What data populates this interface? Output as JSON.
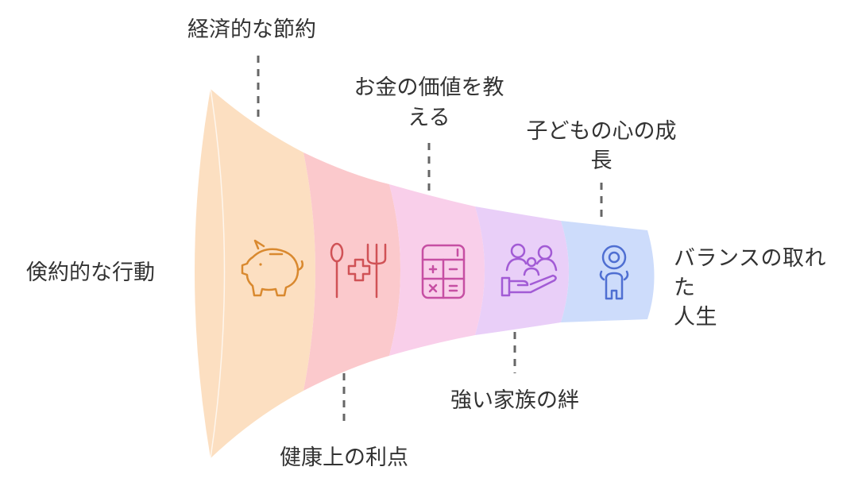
{
  "diagram": {
    "left_label": "倹約的な行動",
    "right_label": "バランスの取れた人生",
    "stages": [
      {
        "label": "経済的な節約",
        "icon": "piggy-bank-icon",
        "fill": "#FCDFC1",
        "stroke": "#D9892F"
      },
      {
        "label": "健康上の利点",
        "icon": "health-utensils-icon",
        "fill": "#FBC9CC",
        "stroke": "#D05256"
      },
      {
        "label": "お金の価値を教える",
        "icon": "calculator-icon",
        "fill": "#F9CFEA",
        "stroke": "#C64FA3"
      },
      {
        "label": "強い家族の絆",
        "icon": "family-care-icon",
        "fill": "#E9CFF8",
        "stroke": "#A25BD5"
      },
      {
        "label": "子どもの心の成長",
        "icon": "child-icon",
        "fill": "#CDDCFB",
        "stroke": "#4F6FD2"
      }
    ]
  }
}
